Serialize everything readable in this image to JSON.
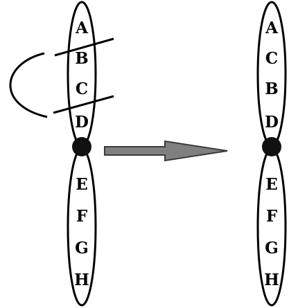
{
  "figure": {
    "description_labels": {
      "before_bands": [
        "A",
        "B",
        "C",
        "D",
        "E",
        "F",
        "G",
        "H"
      ],
      "after_bands": [
        "A",
        "C",
        "B",
        "D",
        "E",
        "F",
        "G",
        "H"
      ]
    },
    "colors": {
      "stroke": "#000000",
      "centromere": "#111111",
      "arrow_fill": "#808080",
      "arrow_stroke": "#3a3a3a",
      "background": "#ffffff"
    },
    "icons": {
      "arrow": "right-arrow-icon",
      "centromere": "filled-circle-icon"
    }
  }
}
